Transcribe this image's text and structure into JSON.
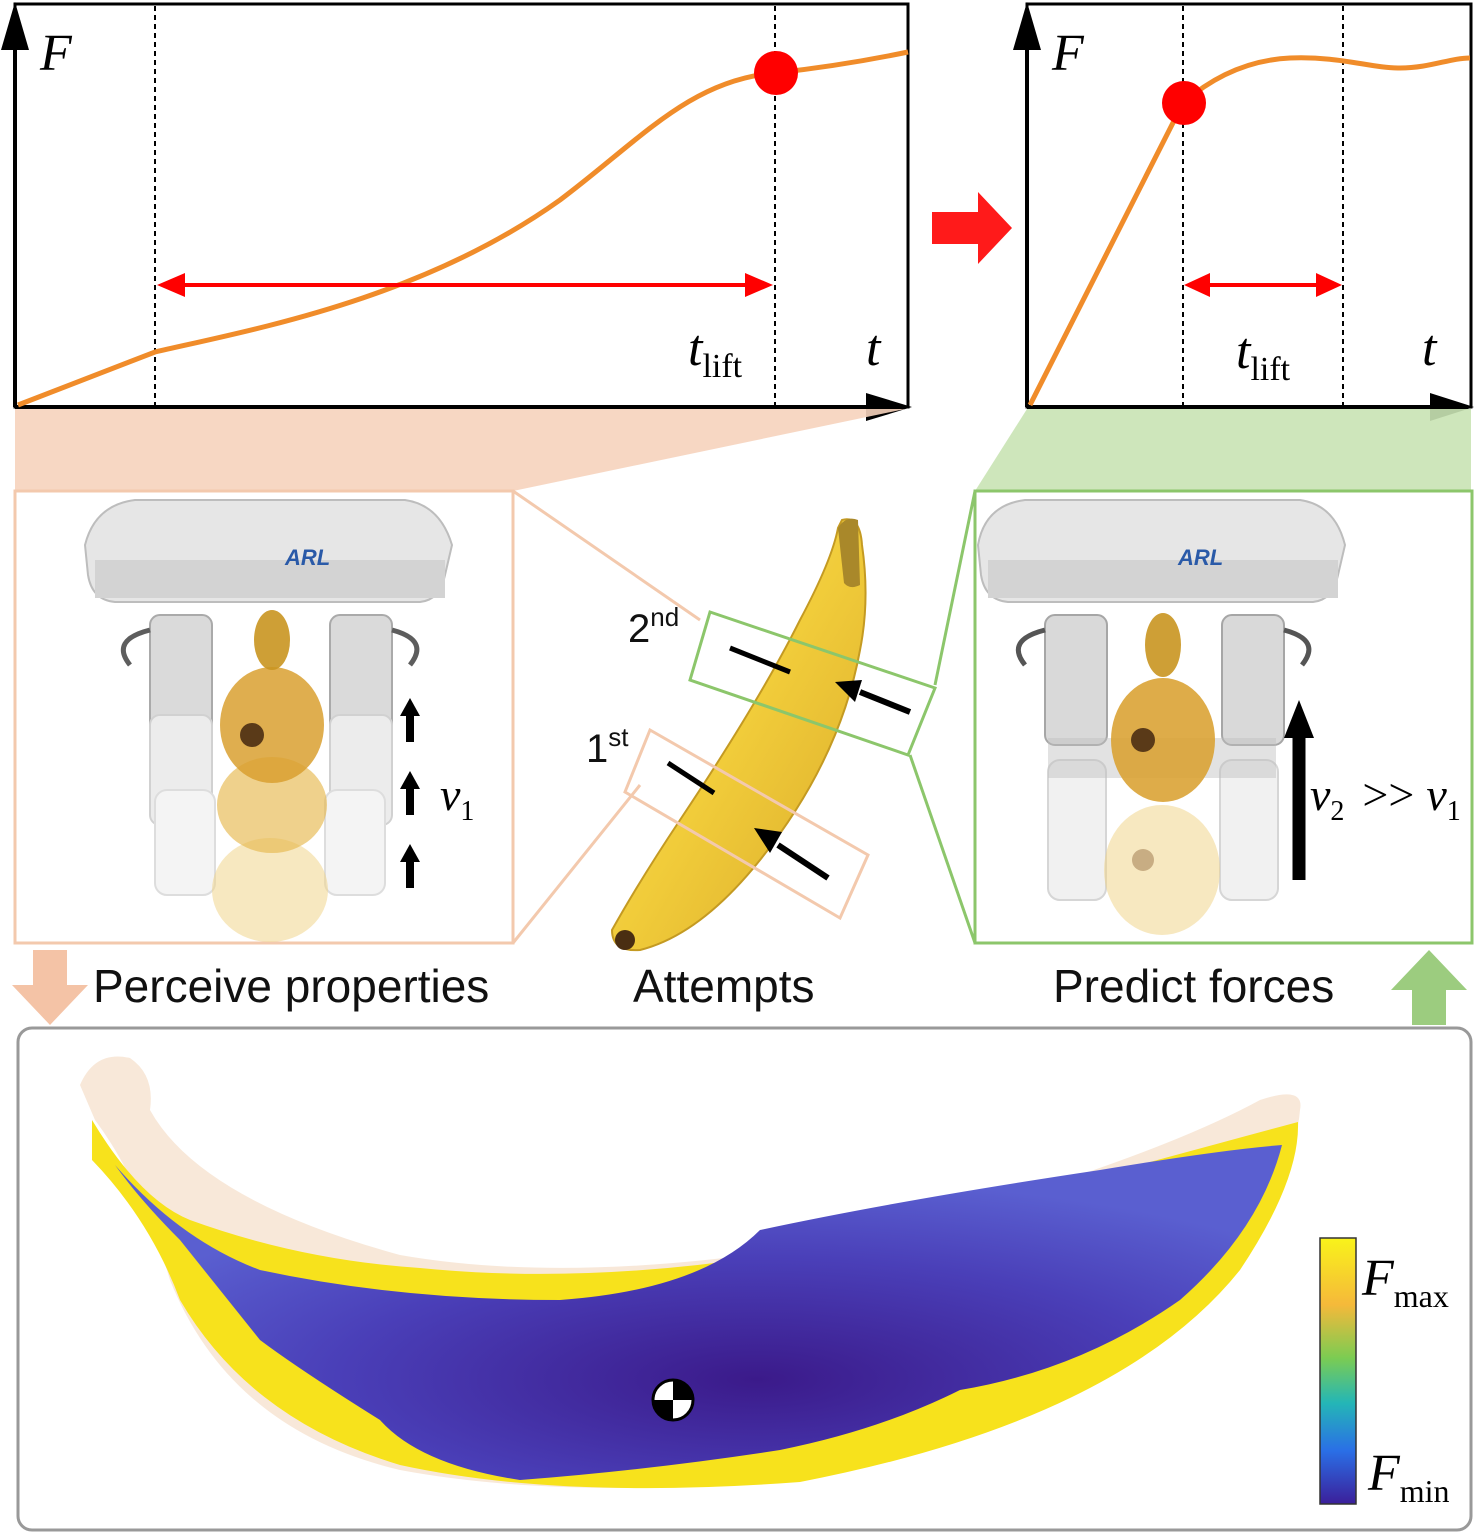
{
  "left_chart": {
    "y_axis_label": "F",
    "x_axis_label": "t",
    "interval_label_main": "t",
    "interval_label_sub": "lift"
  },
  "right_chart": {
    "y_axis_label": "F",
    "x_axis_label": "t",
    "interval_label_main": "t",
    "interval_label_sub": "lift"
  },
  "left_panel": {
    "caption": "Perceive properties",
    "velocity_main": "v",
    "velocity_sub": "1",
    "gripper_brand": "ARL"
  },
  "middle_panel": {
    "caption": "Attempts",
    "attempt_first_main": "1",
    "attempt_first_sup": "st",
    "attempt_second_main": "2",
    "attempt_second_sup": "nd"
  },
  "right_panel": {
    "caption": "Predict forces",
    "velocity_left_main": "v",
    "velocity_left_sub": "2",
    "velocity_relation": ">>",
    "velocity_right_main": "v",
    "velocity_right_sub": "1",
    "gripper_brand": "ARL"
  },
  "bottom_panel": {
    "colorbar_top_main": "F",
    "colorbar_top_sub": "max",
    "colorbar_bottom_main": "F",
    "colorbar_bottom_sub": "min"
  },
  "colors": {
    "curve": "#f08c2a",
    "highlight": "#ff0000",
    "left_frame": "#f3c9ad",
    "right_frame": "#8cc66b",
    "outer_frame": "#999999"
  }
}
